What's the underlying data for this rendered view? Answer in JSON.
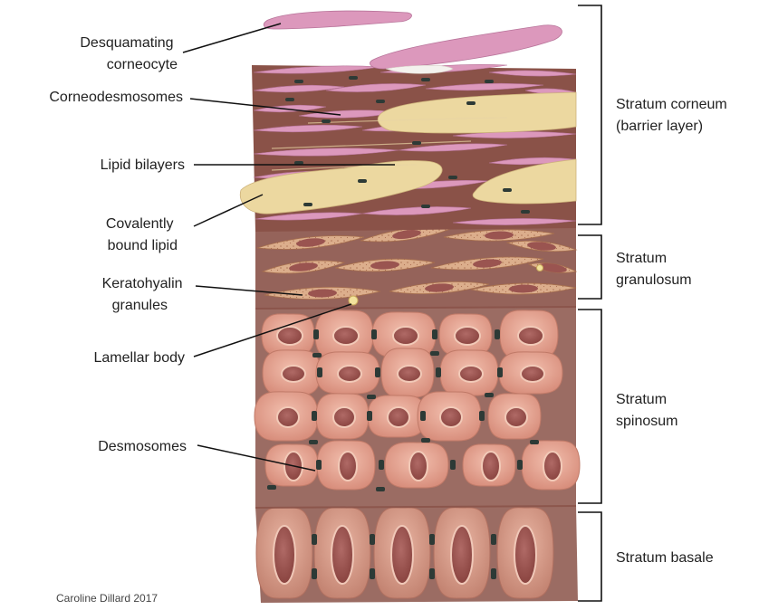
{
  "left_labels": [
    {
      "lines": [
        "Desquamating",
        "corneocyte"
      ]
    },
    {
      "lines": [
        "Corneodesmosomes"
      ]
    },
    {
      "lines": [
        "Lipid bilayers"
      ]
    },
    {
      "lines": [
        "Covalently",
        "bound lipid"
      ]
    },
    {
      "lines": [
        "Keratohyalin",
        "granules"
      ]
    },
    {
      "lines": [
        "Lamellar body"
      ]
    },
    {
      "lines": [
        "Desmosomes"
      ]
    }
  ],
  "layers": [
    {
      "lines": [
        "Stratum corneum",
        "(barrier layer)"
      ]
    },
    {
      "lines": [
        "Stratum",
        "granulosum"
      ]
    },
    {
      "lines": [
        "Stratum",
        "spinosum"
      ]
    },
    {
      "lines": [
        "Stratum basale"
      ]
    }
  ],
  "credit": "Caroline Dillard 2017",
  "colors": {
    "corneocyte": "#dc98bc",
    "lipid": "#ecd8a0",
    "matrix": "#8a5248",
    "granular": "#dcae8c",
    "spinous": "#e6a898",
    "basal": "#d49a88",
    "nucleus": "#9a5450",
    "desmosome": "#2d3a36"
  }
}
